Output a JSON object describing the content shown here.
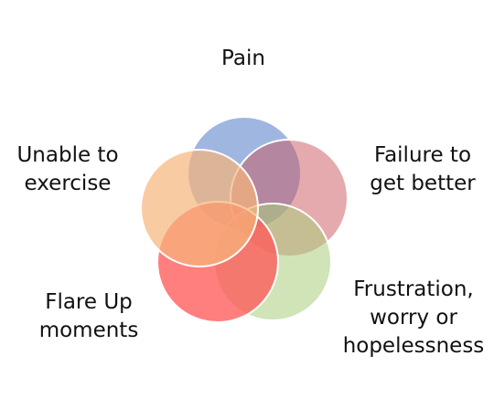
{
  "diagram": {
    "type": "overlapping-circles",
    "circles": [
      {
        "id": "pain",
        "lines": [
          "Pain"
        ],
        "color": "#8EA9DB",
        "opacity": 0.85
      },
      {
        "id": "failure",
        "lines": [
          "Failure to",
          "get better"
        ],
        "color": "#C9555E",
        "opacity": 0.5
      },
      {
        "id": "frustration",
        "lines": [
          "Frustration,",
          "worry or",
          "hopelessness"
        ],
        "color": "#A9CD7C",
        "opacity": 0.55
      },
      {
        "id": "flare",
        "lines": [
          "Flare Up",
          "moments"
        ],
        "color": "#FF5A5A",
        "opacity": 0.78
      },
      {
        "id": "unable",
        "lines": [
          "Unable to",
          "exercise"
        ],
        "color": "#F7B57A",
        "opacity": 0.7
      }
    ],
    "stroke_color": "#FFFFFF"
  }
}
